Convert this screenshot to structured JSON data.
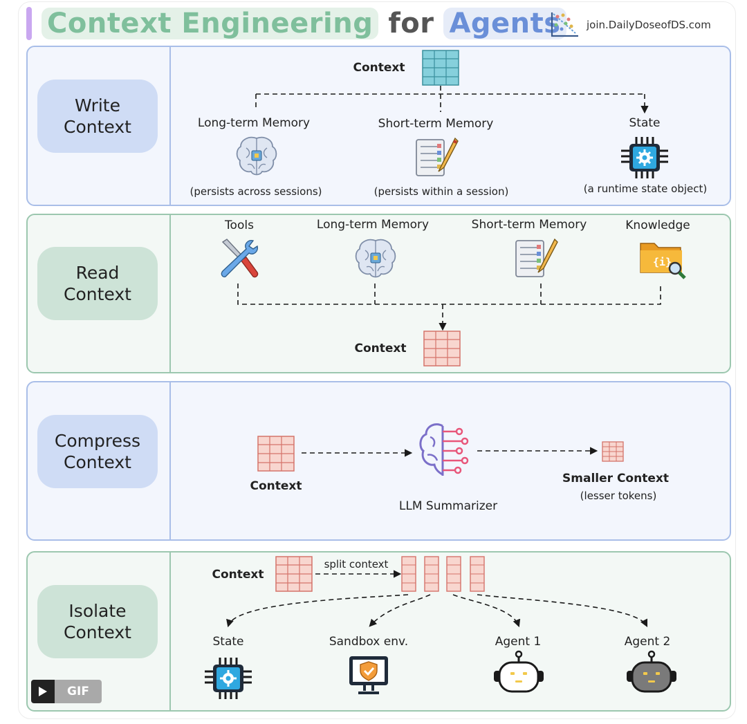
{
  "header": {
    "title_part1": "Context Engineering",
    "title_part2": "for",
    "title_part3": "Agents",
    "brand": "join.DailyDoseofDS.com"
  },
  "write": {
    "pill": [
      "Write",
      "Context"
    ],
    "context": "Context",
    "targets": [
      {
        "label": "Long-term Memory",
        "note": "(persists across sessions)",
        "icon": "brain-icon"
      },
      {
        "label": "Short-term Memory",
        "note": "(persists within a session)",
        "icon": "checklist-icon"
      },
      {
        "label": "State",
        "note": "(a runtime state object)",
        "icon": "chip-icon"
      }
    ]
  },
  "read": {
    "pill": [
      "Read",
      "Context"
    ],
    "sources": [
      {
        "label": "Tools",
        "icon": "tools-icon"
      },
      {
        "label": "Long-term Memory",
        "icon": "brain-icon"
      },
      {
        "label": "Short-term Memory",
        "icon": "checklist-icon"
      },
      {
        "label": "Knowledge",
        "icon": "folder-icon"
      }
    ],
    "context": "Context"
  },
  "compress": {
    "pill": [
      "Compress",
      "Context"
    ],
    "context": "Context",
    "summarizer": "LLM Summarizer",
    "smaller": "Smaller Context",
    "smaller_note": "(lesser tokens)"
  },
  "isolate": {
    "pill": [
      "Isolate",
      "Context"
    ],
    "context": "Context",
    "split": "split context",
    "targets": [
      {
        "label": "State",
        "icon": "chip-icon"
      },
      {
        "label": "Sandbox env.",
        "icon": "monitor-shield-icon"
      },
      {
        "label": "Agent 1",
        "icon": "robot-icon"
      },
      {
        "label": "Agent 2",
        "icon": "robot-icon"
      }
    ]
  },
  "overlay": {
    "badge": "GIF"
  },
  "colors": {
    "teal": "#86d0dc",
    "salmon": "#f4c6bd",
    "blue_border": "#a9bee8",
    "green_border": "#9cc7af"
  }
}
